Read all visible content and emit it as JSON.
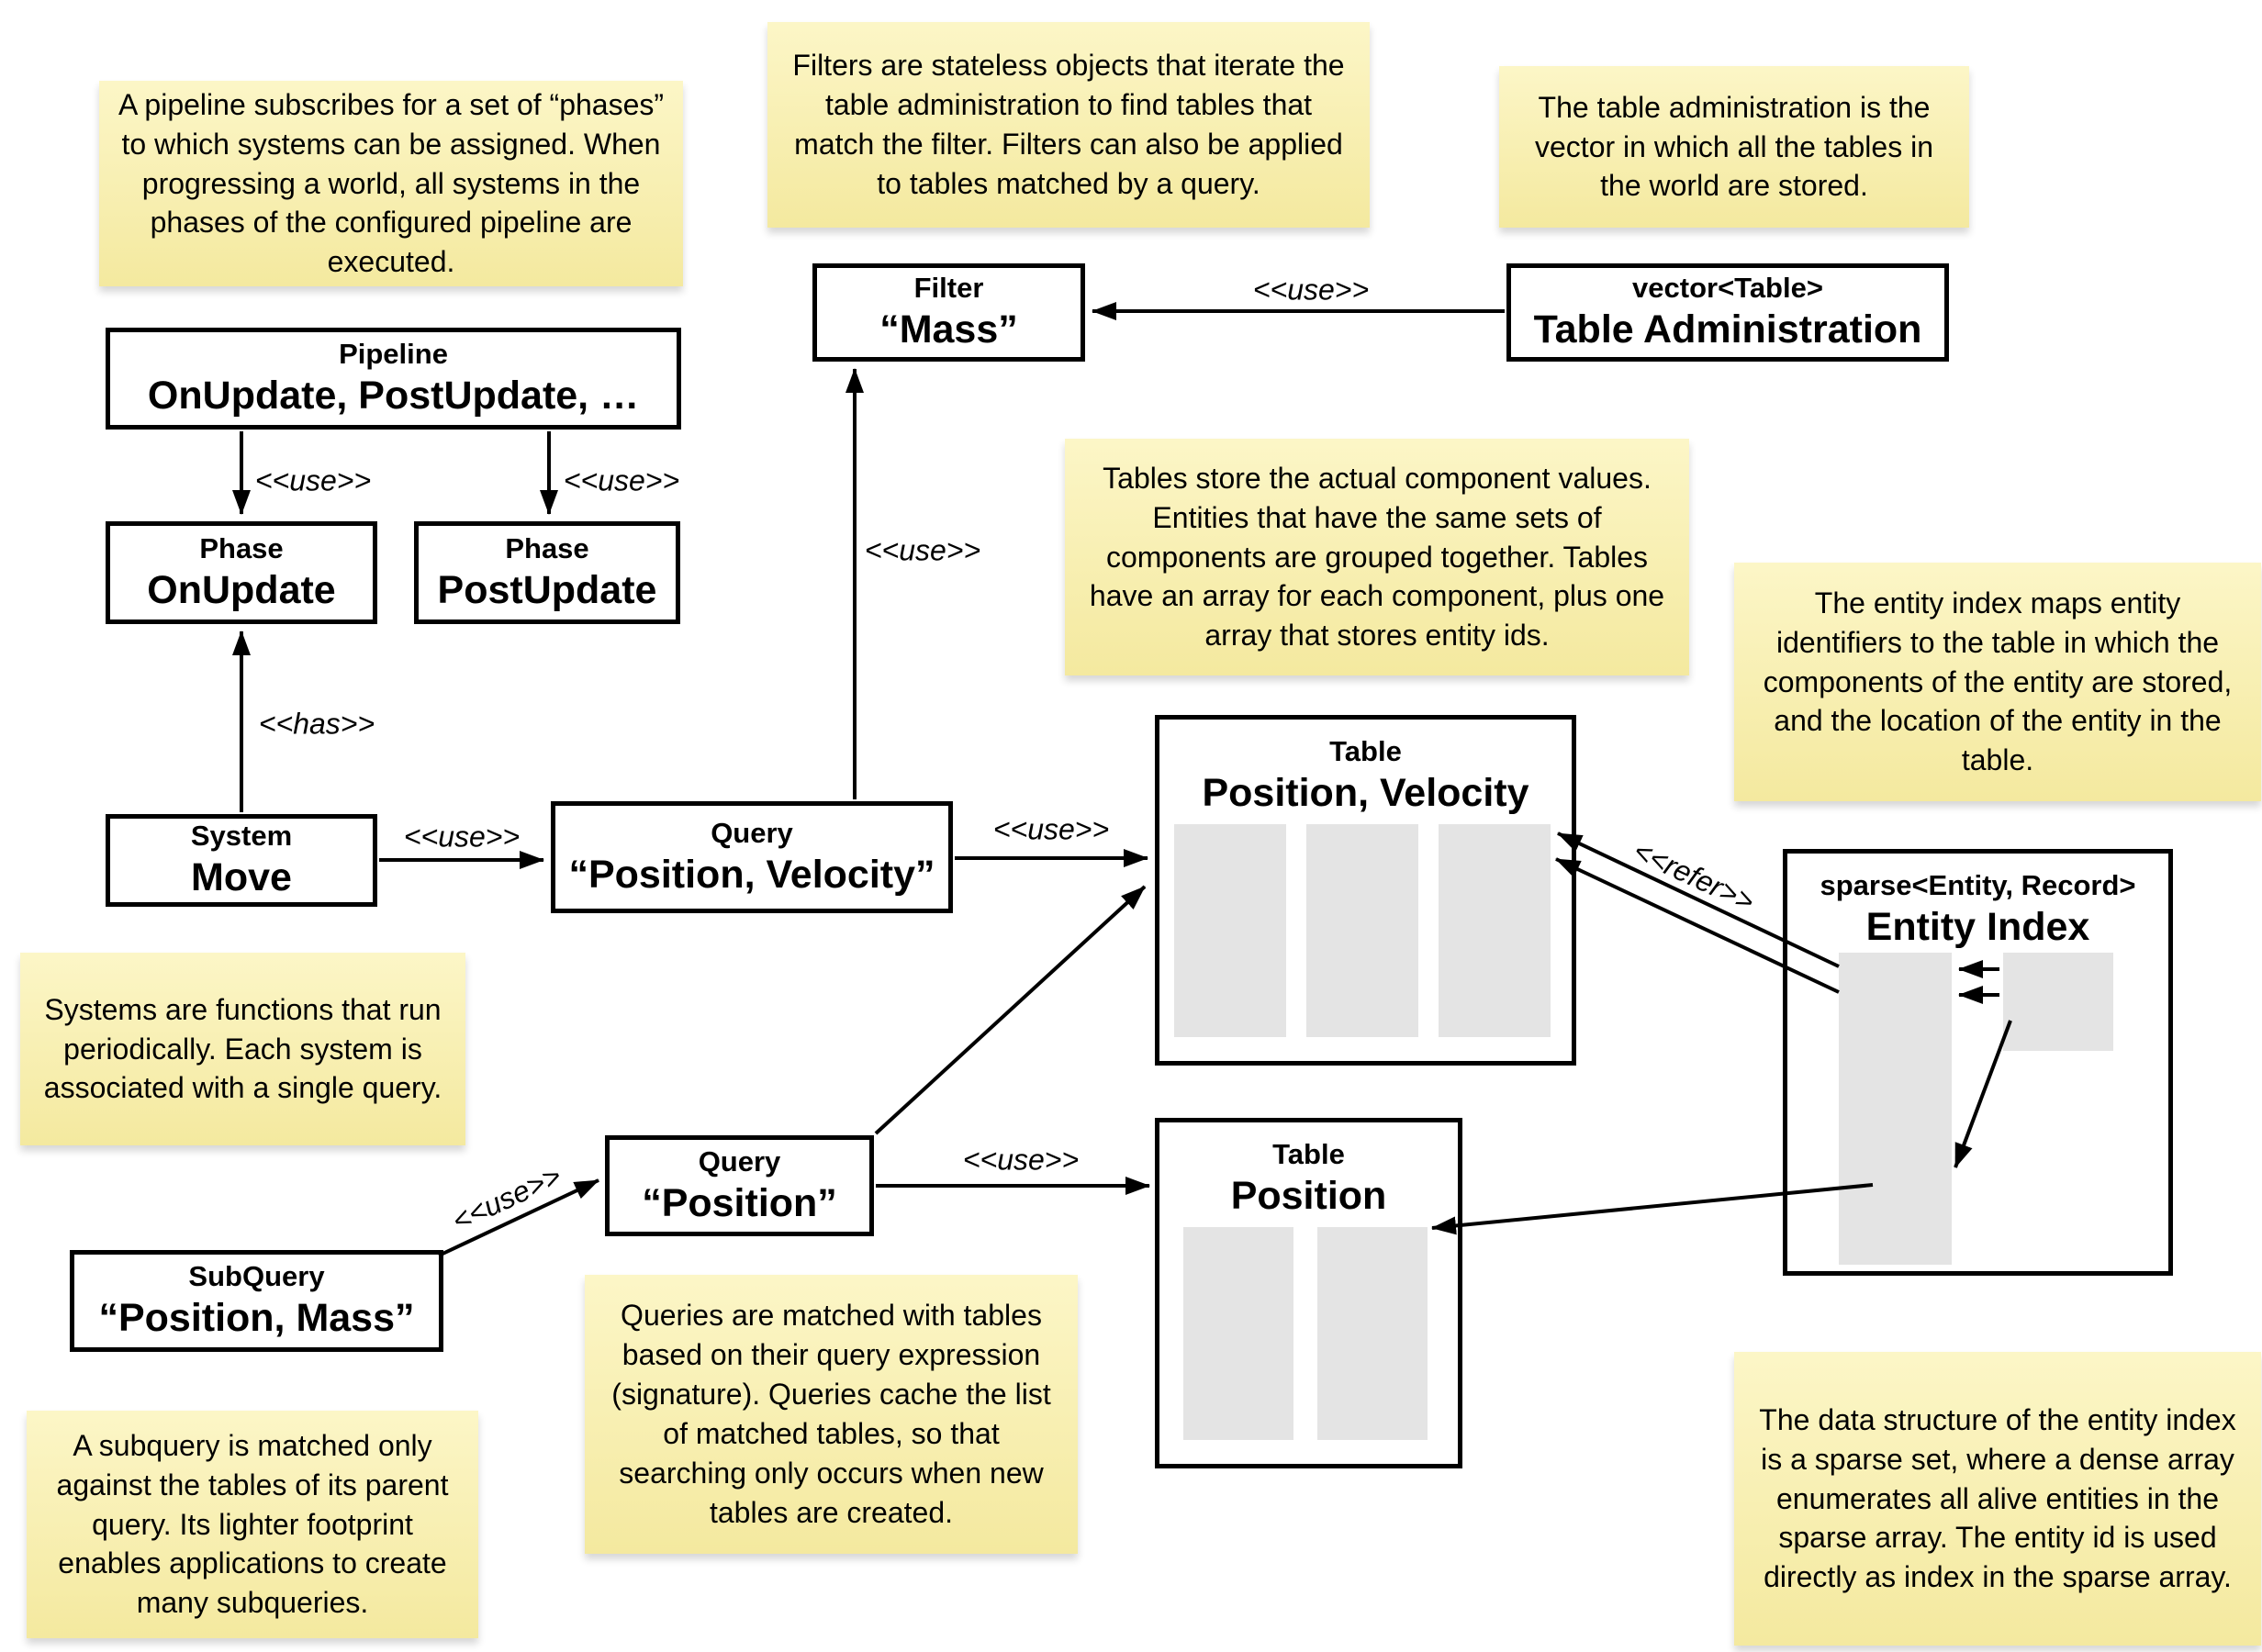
{
  "diagram": {
    "notes": [
      {
        "id": "pipeline-note",
        "text": "A pipeline subscribes for a set of “phases” to which systems can be assigned. When progressing a world, all systems in the phases of the configured pipeline are executed."
      },
      {
        "id": "filters-note",
        "text": "Filters are stateless objects that iterate the table administration to find tables that match the filter. Filters can also be applied to tables matched by a query."
      },
      {
        "id": "table-admin-note",
        "text": "The table administration is the vector in which all the tables in the world are stored."
      },
      {
        "id": "tables-note",
        "text": "Tables store the actual component values. Entities that have the same sets of components are grouped together. Tables have an array for each component, plus one array that stores entity ids."
      },
      {
        "id": "entity-index-note",
        "text": "The entity index maps entity identifiers to the table in which the components of the entity are stored, and the location of the entity in the table."
      },
      {
        "id": "systems-note",
        "text": "Systems are functions that run periodically. Each system is associated with a single query."
      },
      {
        "id": "queries-note",
        "text": "Queries are matched with tables based on their query expression (signature). Queries cache the list of matched tables, so that searching only occurs when new tables are created."
      },
      {
        "id": "subquery-note",
        "text": "A subquery is matched only against the tables of its parent query. Its lighter footprint enables applications to create many subqueries."
      },
      {
        "id": "sparse-set-note",
        "text": "The data structure of the entity index is a sparse set, where a dense array enumerates all alive entities in the sparse array. The entity id is used directly as index in the sparse array."
      }
    ],
    "boxes": {
      "pipeline": {
        "kind": "Pipeline",
        "label": "OnUpdate, PostUpdate, …"
      },
      "phase_on_update": {
        "kind": "Phase",
        "label": "OnUpdate"
      },
      "phase_post_update": {
        "kind": "Phase",
        "label": "PostUpdate"
      },
      "system_move": {
        "kind": "System",
        "label": "Move"
      },
      "query_position_velocity": {
        "kind": "Query",
        "label": "“Position, Velocity”"
      },
      "filter_mass": {
        "kind": "Filter",
        "label": "“Mass”"
      },
      "table_administration": {
        "kind": "vector<Table>",
        "label": "Table Administration"
      },
      "table_position_velocity": {
        "kind": "Table",
        "label": "Position, Velocity"
      },
      "table_position": {
        "kind": "Table",
        "label": "Position"
      },
      "entity_index": {
        "kind": "sparse<Entity, Record>",
        "label": "Entity Index"
      },
      "subquery_position_mass": {
        "kind": "SubQuery",
        "label": "“Position, Mass”"
      },
      "query_position": {
        "kind": "Query",
        "label": "“Position”"
      }
    },
    "edge_labels": {
      "use": "<<use>>",
      "has": "<<has>>",
      "refer": "<<refer>>"
    },
    "colors": {
      "note_top": "#FCF6C7",
      "note_bottom": "#F4E99F",
      "box_border": "#000000",
      "array_fill": "#E4E4E4",
      "background": "#FFFFFF"
    }
  }
}
